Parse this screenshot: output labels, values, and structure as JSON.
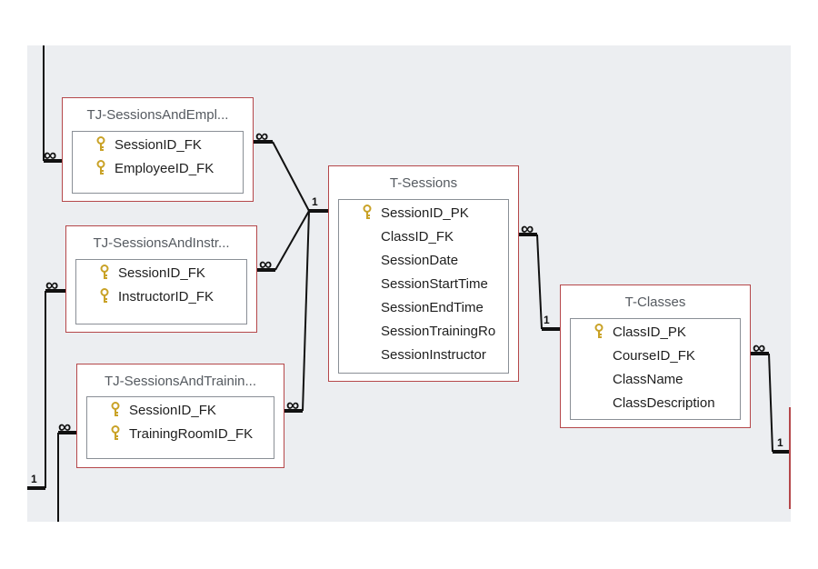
{
  "tables": [
    {
      "title": "TJ-SessionsAndEmpl...",
      "fields": [
        {
          "label": "SessionID_FK",
          "key": true
        },
        {
          "label": "EmployeeID_FK",
          "key": true
        }
      ]
    },
    {
      "title": "TJ-SessionsAndInstr...",
      "fields": [
        {
          "label": "SessionID_FK",
          "key": true
        },
        {
          "label": "InstructorID_FK",
          "key": true
        }
      ]
    },
    {
      "title": "TJ-SessionsAndTrainin...",
      "fields": [
        {
          "label": "SessionID_FK",
          "key": true
        },
        {
          "label": "TrainingRoomID_FK",
          "key": true
        }
      ]
    },
    {
      "title": "T-Sessions",
      "fields": [
        {
          "label": "SessionID_PK",
          "key": true
        },
        {
          "label": "ClassID_FK",
          "key": false
        },
        {
          "label": "SessionDate",
          "key": false
        },
        {
          "label": "SessionStartTime",
          "key": false
        },
        {
          "label": "SessionEndTime",
          "key": false
        },
        {
          "label": "SessionTrainingRo",
          "key": false
        },
        {
          "label": "SessionInstructor",
          "key": false
        }
      ]
    },
    {
      "title": "T-Classes",
      "fields": [
        {
          "label": "ClassID_PK",
          "key": true
        },
        {
          "label": "CourseID_FK",
          "key": false
        },
        {
          "label": "ClassName",
          "key": false
        },
        {
          "label": "ClassDescription",
          "key": false
        }
      ]
    }
  ],
  "relationships": {
    "one_symbol": "1",
    "many_symbol": "∞"
  },
  "colors": {
    "table_border": "#b5474a",
    "canvas": "#eceef1",
    "key_icon": "#c9a227"
  }
}
